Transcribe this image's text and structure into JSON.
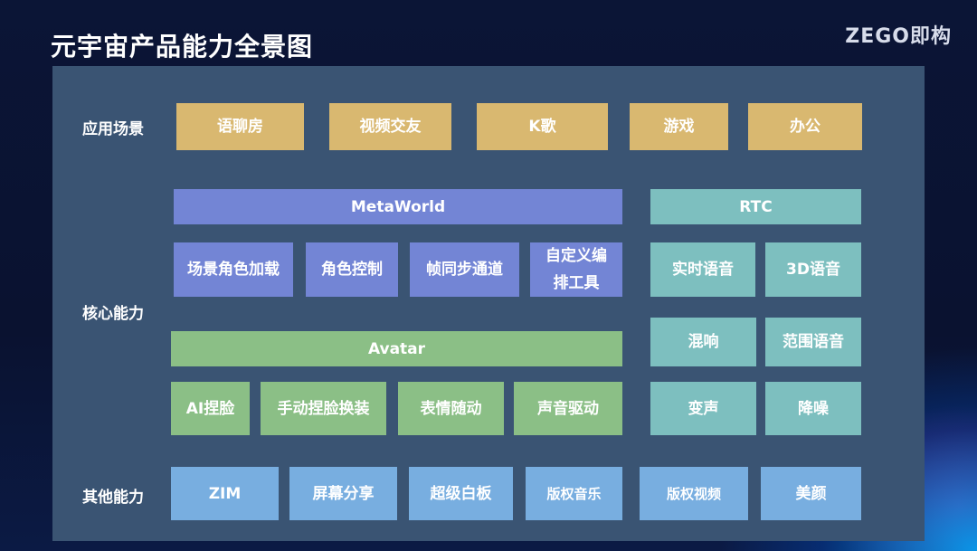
{
  "header": {
    "title": "元宇宙产品能力全景图",
    "logo": "ZEGO即构"
  },
  "rows": {
    "scenes_label": "应用场景",
    "core_label": "核心能力",
    "other_label": "其他能力"
  },
  "scenes": [
    "语聊房",
    "视频交友",
    "K歌",
    "游戏",
    "办公"
  ],
  "metaworld": {
    "header": "MetaWorld",
    "items": [
      "场景角色加载",
      "角色控制",
      "帧同步通道"
    ],
    "custom_line1": "自定义编",
    "custom_line2": "排工具"
  },
  "avatar": {
    "header": "Avatar",
    "items": [
      "AI捏脸",
      "手动捏脸换装",
      "表情随动",
      "声音驱动"
    ]
  },
  "rtc": {
    "header": "RTC",
    "items": [
      "实时语音",
      "3D语音",
      "混响",
      "范围语音",
      "变声",
      "降噪"
    ]
  },
  "others": [
    "ZIM",
    "屏幕分享",
    "超级白板",
    "版权音乐",
    "版权视频",
    "美颜"
  ],
  "colors": {
    "scene": "#d9b870",
    "metaworld": "#7385d5",
    "avatar": "#8bbf86",
    "rtc": "#7dbfbf",
    "other": "#78aee0",
    "panel": "#3a5473"
  }
}
